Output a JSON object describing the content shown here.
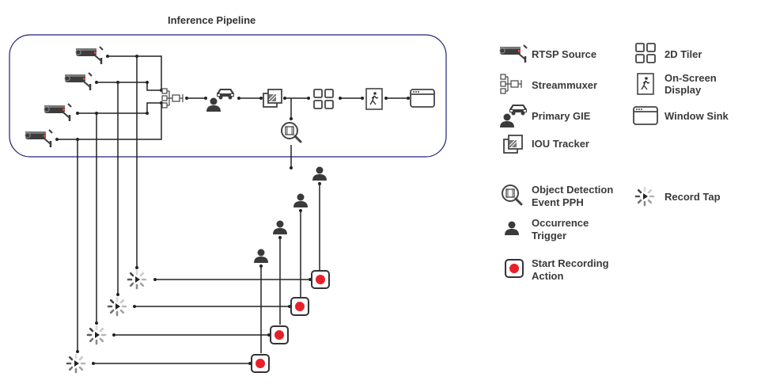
{
  "title": "Inference Pipeline",
  "legend": {
    "rtsp_source": "RTSP Source",
    "tiler": "2D Tiler",
    "streammuxer": "Streammuxer",
    "osd_line1": "On-Screen",
    "osd_line2": "Display",
    "primary_gie": "Primary GIE",
    "window_sink": "Window Sink",
    "iou_tracker": "IOU Tracker",
    "pph_line1": "Object Detection",
    "pph_line2": "Event PPH",
    "record_tap": "Record Tap",
    "trigger_line1": "Occurrence",
    "trigger_line2": "Trigger",
    "action_line1": "Start Recording",
    "action_line2": "Action"
  },
  "colors": {
    "frame": "#20207a",
    "line": "#222222",
    "icon": "#444444",
    "record": "#e8202a"
  },
  "icons": [
    "camera-icon",
    "streammuxer-icon",
    "car-icon",
    "person-icon",
    "tracker-icon",
    "tiler-icon",
    "osd-icon",
    "window-sink-icon",
    "pph-icon",
    "record-tap-icon",
    "start-recording-icon"
  ]
}
